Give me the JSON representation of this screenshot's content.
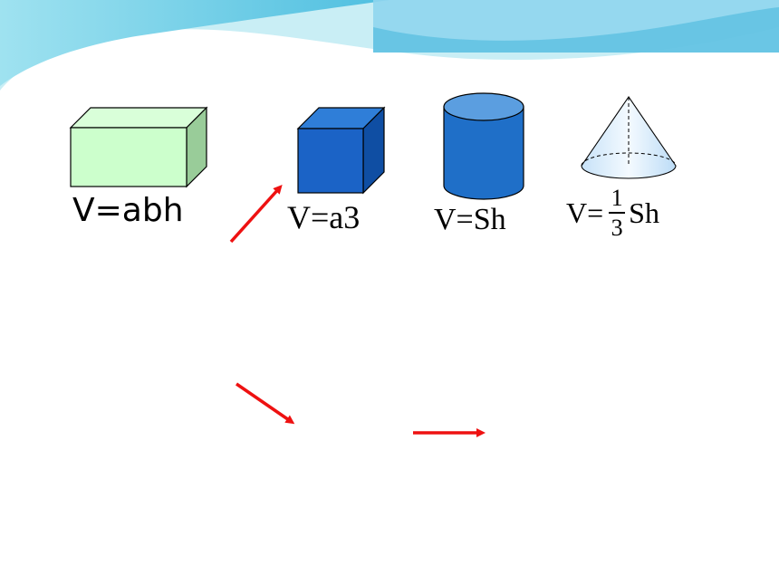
{
  "slide": {
    "shapes": [
      {
        "id": "cuboid",
        "formula": "V=abh"
      },
      {
        "id": "cube",
        "formula": "V=a3"
      },
      {
        "id": "cylinder",
        "formula": "V=Sh"
      },
      {
        "id": "cone",
        "formula_prefix": "V=",
        "fraction_numerator": "1",
        "fraction_denominator": "3",
        "formula_suffix": "Sh"
      }
    ],
    "colors": {
      "header_wave_light": "#bfeaf2",
      "header_wave_mid": "#7fd3ea",
      "header_wave_dark": "#3fb6dd",
      "cuboid_fill": "#ccffcc",
      "cube_fill": "#1b63c6",
      "cylinder_fill": "#1f6fc8",
      "cone_fill": "#dbeefc",
      "arrow": "#ee1111"
    }
  }
}
